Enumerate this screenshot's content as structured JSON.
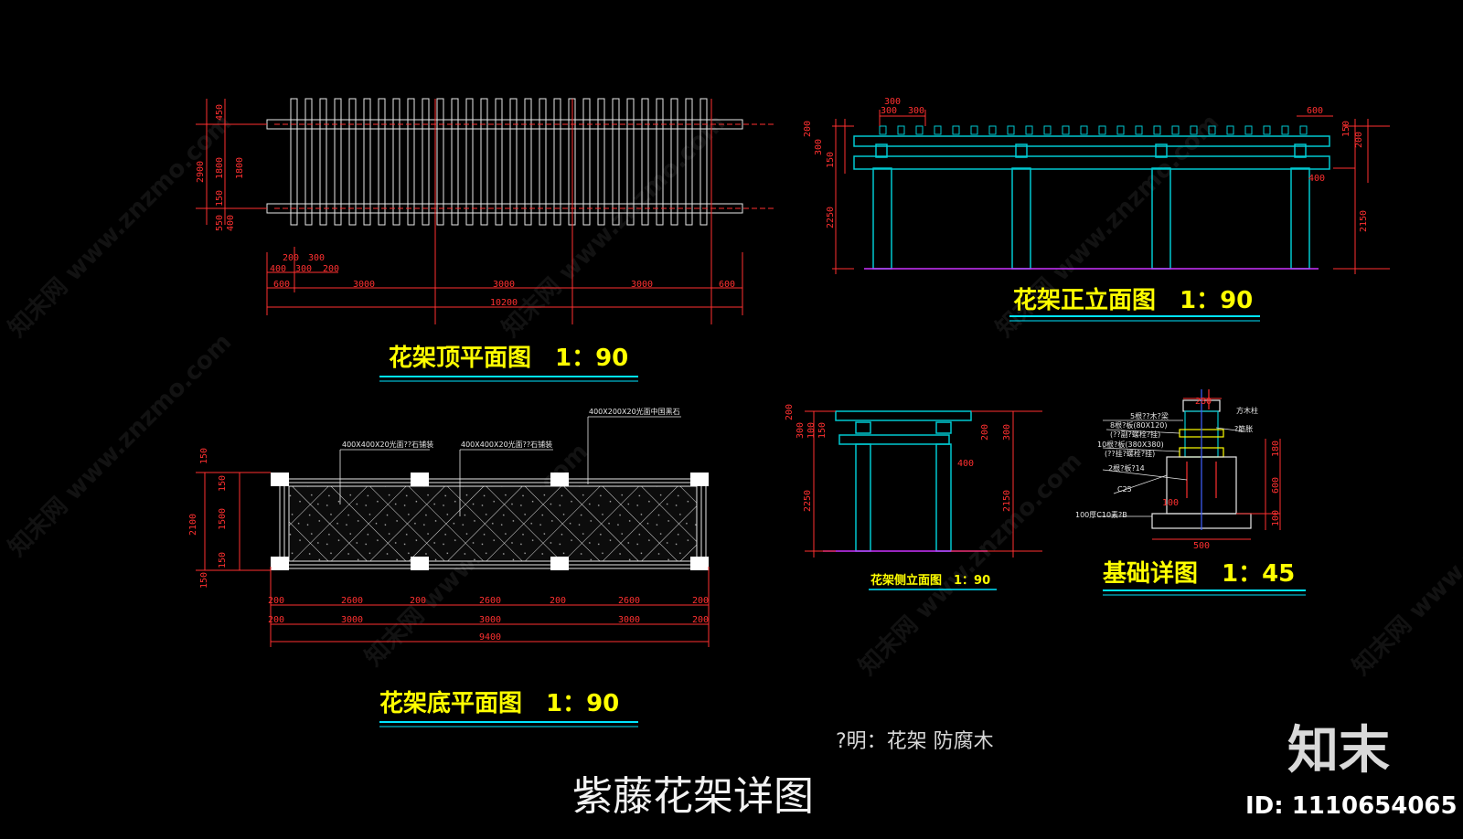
{
  "drawing_title": "紫藤花架详图",
  "material_note": "?明：花架 防腐木",
  "colors": {
    "background": "#000000",
    "dimension": "#ff3030",
    "title": "#ffff00",
    "underline": "#00e5ff",
    "structure": "#00c8d0",
    "plan_lines": "#e8e8e8",
    "ground": "#cc33ff"
  },
  "views": {
    "top_plan": {
      "title": "花架顶平面图　1：90",
      "dims_bottom": [
        "600",
        "3000",
        "3000",
        "3000",
        "600"
      ],
      "dims_total": "10200",
      "dims_top": [
        "400",
        "200",
        "300",
        "300",
        "200"
      ],
      "dims_left": [
        "2900",
        "1800",
        "1800",
        "450",
        "150",
        "550",
        "400"
      ]
    },
    "front_elevation": {
      "title": "花架正立面图　1：90",
      "dims_top": [
        "300",
        "300",
        "300"
      ],
      "dims_top_right": "600",
      "dims_left": [
        "200",
        "300",
        "150",
        "2250"
      ],
      "dims_right": [
        "150",
        "200",
        "400",
        "2150"
      ]
    },
    "bottom_plan": {
      "title": "花架底平面图　1：90",
      "labels": [
        "400X400X20光面??石铺装",
        "400X400X20光面??石铺装",
        "400X200X20光面中国黑石"
      ],
      "dims_row1": [
        "200",
        "2600",
        "200",
        "2600",
        "200",
        "2600",
        "200"
      ],
      "dims_row2": [
        "200",
        "3000",
        "3000",
        "3000",
        "200"
      ],
      "dims_total": "9400",
      "dims_left": [
        "2100",
        "150",
        "150",
        "1500",
        "150",
        "150"
      ]
    },
    "side_elevation": {
      "title": "花架侧立面图　1：90",
      "dims_left": [
        "200",
        "300",
        "100",
        "150",
        "2250"
      ],
      "dims_right": [
        "200",
        "300",
        "400",
        "2150"
      ]
    },
    "foundation_detail": {
      "title": "基础详图　1：45",
      "labels": [
        "5根??木?梁",
        "8根?板(80X120)",
        "(??副?螺栓?挂)",
        "10根?板(380X380)",
        "(??挂?螺栓?挂)",
        "2根?板?14",
        "C25",
        "100厚C10素?B",
        "方木柱",
        "?筋胀"
      ],
      "dims": [
        "280",
        "500",
        "100",
        "180",
        "600",
        "100"
      ]
    }
  },
  "brand": {
    "logo_text": "知末",
    "id_text": "ID: 1110654065",
    "watermark_text": "知末网 www.znzmo.com"
  }
}
